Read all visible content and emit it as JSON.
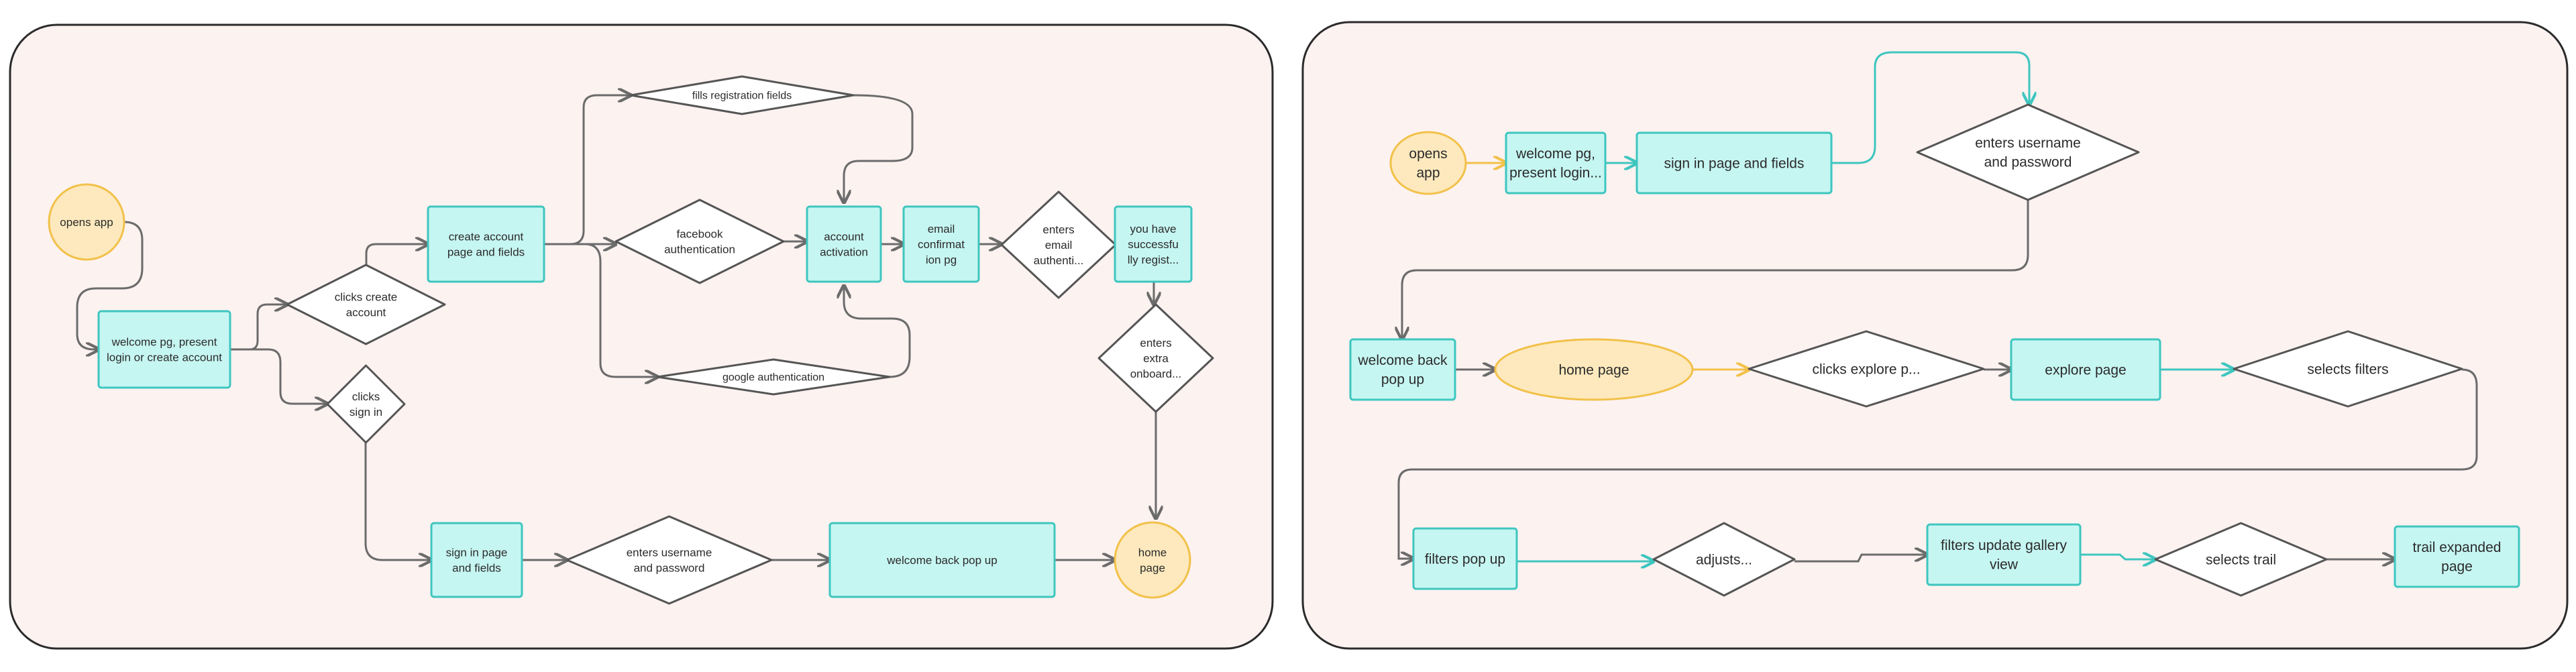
{
  "colors": {
    "panel_fill": "#fcf2f0",
    "panel_stroke": "#2b2b2b",
    "process_fill": "#c6f6f2",
    "process_stroke": "#3ec6bf",
    "terminal_fill": "#fde9bd",
    "terminal_stroke": "#f2c14a",
    "decision_fill": "#ffffff",
    "decision_stroke": "#555555",
    "edge_gray": "#6b6b6b",
    "edge_teal": "#3ec6bf",
    "edge_yellow": "#f2c14a"
  },
  "flow1": {
    "nodes": [
      {
        "id": "n1_opens_app",
        "kind": "terminal",
        "lines": [
          "opens app"
        ]
      },
      {
        "id": "n1_welcome",
        "kind": "process",
        "lines": [
          "welcome pg, present",
          "login or create account"
        ]
      },
      {
        "id": "n1_clicks_create",
        "kind": "decision",
        "lines": [
          "clicks create",
          "account"
        ]
      },
      {
        "id": "n1_clicks_signin",
        "kind": "decision",
        "lines": [
          "clicks",
          "sign in"
        ]
      },
      {
        "id": "n1_create_account",
        "kind": "process",
        "lines": [
          "create account",
          "page and fields"
        ]
      },
      {
        "id": "n1_fills_registration",
        "kind": "decision",
        "lines": [
          "fills registration fields"
        ]
      },
      {
        "id": "n1_facebook",
        "kind": "decision",
        "lines": [
          "facebook",
          "authentication"
        ]
      },
      {
        "id": "n1_google",
        "kind": "decision",
        "lines": [
          "google authentication"
        ]
      },
      {
        "id": "n1_account_activation",
        "kind": "process",
        "lines": [
          "account",
          "activation"
        ]
      },
      {
        "id": "n1_email_confirm",
        "kind": "process",
        "lines": [
          "email",
          "confirmat",
          "ion pg"
        ]
      },
      {
        "id": "n1_enters_email",
        "kind": "decision",
        "lines": [
          "enters",
          "email",
          "authenti..."
        ]
      },
      {
        "id": "n1_success",
        "kind": "process",
        "lines": [
          "you have",
          "successfu",
          "lly regist..."
        ]
      },
      {
        "id": "n1_extra_onboard",
        "kind": "decision",
        "lines": [
          "enters",
          "extra",
          "onboard..."
        ]
      },
      {
        "id": "n1_signin_page",
        "kind": "process",
        "lines": [
          "sign in page",
          "and fields"
        ]
      },
      {
        "id": "n1_enters_username",
        "kind": "decision",
        "lines": [
          "enters username",
          "and password"
        ]
      },
      {
        "id": "n1_welcome_back",
        "kind": "process",
        "lines": [
          "welcome back pop up"
        ]
      },
      {
        "id": "n1_home",
        "kind": "terminal",
        "lines": [
          "home",
          "page"
        ]
      }
    ]
  },
  "flow2": {
    "nodes": [
      {
        "id": "n2_opens_app",
        "kind": "terminal",
        "lines": [
          "opens",
          "app"
        ]
      },
      {
        "id": "n2_welcome",
        "kind": "process",
        "lines": [
          "welcome pg,",
          "present login..."
        ]
      },
      {
        "id": "n2_signin_page",
        "kind": "process",
        "lines": [
          "sign in page and fields"
        ]
      },
      {
        "id": "n2_enters_username",
        "kind": "decision",
        "lines": [
          "enters username",
          "and password"
        ]
      },
      {
        "id": "n2_welcome_back",
        "kind": "process",
        "lines": [
          "welcome back",
          "pop up"
        ]
      },
      {
        "id": "n2_home",
        "kind": "terminal",
        "lines": [
          "home page"
        ]
      },
      {
        "id": "n2_clicks_explore",
        "kind": "decision",
        "lines": [
          "clicks explore p..."
        ]
      },
      {
        "id": "n2_explore_page",
        "kind": "process",
        "lines": [
          "explore page"
        ]
      },
      {
        "id": "n2_selects_filters",
        "kind": "decision",
        "lines": [
          "selects filters"
        ]
      },
      {
        "id": "n2_filters_popup",
        "kind": "process",
        "lines": [
          "filters pop up"
        ]
      },
      {
        "id": "n2_adjusts",
        "kind": "decision",
        "lines": [
          "adjusts..."
        ]
      },
      {
        "id": "n2_filters_update",
        "kind": "process",
        "lines": [
          "filters update gallery",
          "view"
        ]
      },
      {
        "id": "n2_selects_trail",
        "kind": "decision",
        "lines": [
          "selects trail"
        ]
      },
      {
        "id": "n2_trail_expanded",
        "kind": "process",
        "lines": [
          "trail expanded",
          "page"
        ]
      }
    ]
  }
}
